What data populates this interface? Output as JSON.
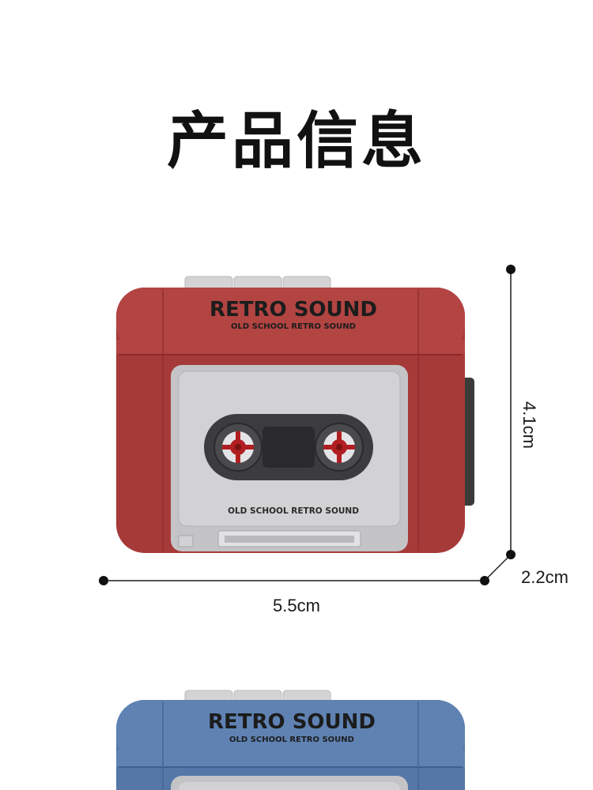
{
  "page": {
    "title": "产品信息"
  },
  "product_red": {
    "brand": "RETRO SOUND",
    "subtitle": "OLD SCHOOL RETRO SOUND",
    "cassette_label": "OLD SCHOOL RETRO SOUND",
    "body_color": "#a63a38",
    "cassette_color": "#cfcfcf"
  },
  "dimensions": {
    "width": "5.5cm",
    "height": "4.1cm",
    "depth": "2.2cm"
  },
  "product_blue": {
    "brand": "RETRO SOUND",
    "subtitle": "OLD SCHOOL RETRO SOUND",
    "body_color": "#5577a8"
  }
}
